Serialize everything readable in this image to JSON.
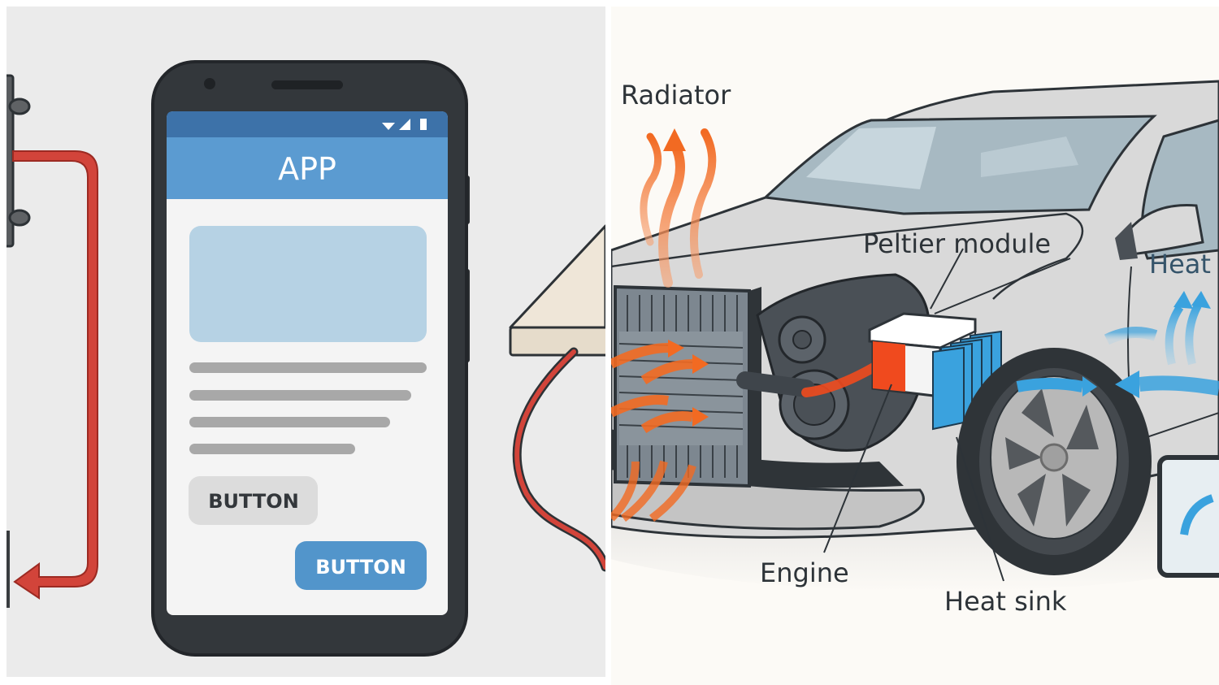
{
  "left_illustration": {
    "description": "Smartphone app mockup with wiring",
    "phone": {
      "status_bar_icons": [
        "wifi-icon",
        "signal-icon",
        "battery-icon"
      ],
      "app_title": "APP",
      "content_lines": 4,
      "secondary_button_label": "BUTTON",
      "primary_button_label": "BUTTON"
    },
    "colors": {
      "background": "#ebebeb",
      "phone_body": "#33373b",
      "status_bar": "#3d72a9",
      "app_bar": "#5b9bd1",
      "screen": "#f4f4f4",
      "image_placeholder": "#b6d2e4",
      "text_line": "#a8a8a8",
      "secondary_button": "#dcdcdc",
      "primary_button": "#5295cb",
      "wire_red": "#d2443a",
      "plate": "#efe6d8"
    }
  },
  "right_illustration": {
    "description": "Car thermoelectric (Peltier) heat recovery diagram",
    "labels": {
      "radiator": "Radiator",
      "peltier_module": "Peltier module",
      "heat": "Heat",
      "engine": "Engine",
      "heat_sink": "Heat sink"
    },
    "colors": {
      "background": "#fcfaf6",
      "car_body": "#d9d9d9",
      "window": "#a7b9c2",
      "outline": "#2d3338",
      "hot_flow": "#f26a22",
      "cold_flow": "#3aa2de",
      "peltier_hot_side": "#f04a1e",
      "heat_sink_fins": "#3aa2de"
    }
  }
}
